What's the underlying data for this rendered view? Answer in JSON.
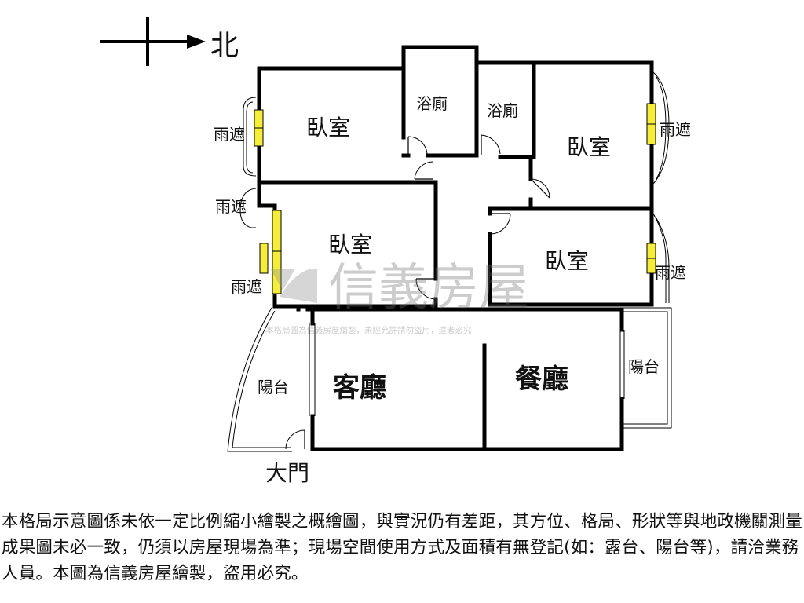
{
  "compass": {
    "direction": "北"
  },
  "rooms": {
    "bedroom_top_left": "臥室",
    "bath_left": "浴廁",
    "bath_right": "浴廁",
    "bedroom_top_right": "臥室",
    "bedroom_mid_left": "臥室",
    "bedroom_mid_right": "臥室",
    "living_room": "客廳",
    "dining_room": "餐廳",
    "balcony_left": "陽台",
    "balcony_right": "陽台",
    "rain_1": "雨遮",
    "rain_2": "雨遮",
    "rain_3": "雨遮",
    "rain_4": "雨遮",
    "rain_5": "雨遮",
    "main_door": "大門"
  },
  "watermark": {
    "brand": "信義房屋",
    "notice": "本格局圖為信義房屋繪製，未經允許請勿盜用，違者必究"
  },
  "disclaimer": "本格局示意圖係未依一定比例縮小繪製之概繪圖，與實況仍有差距，其方位、格局、形狀等與地政機關測量成果圖未必一致，仍須以房屋現場為準；現場空間使用方式及面積有無登記(如：露台、陽台等)，請洽業務人員。本圖為信義房屋繪製，盜用必究。"
}
